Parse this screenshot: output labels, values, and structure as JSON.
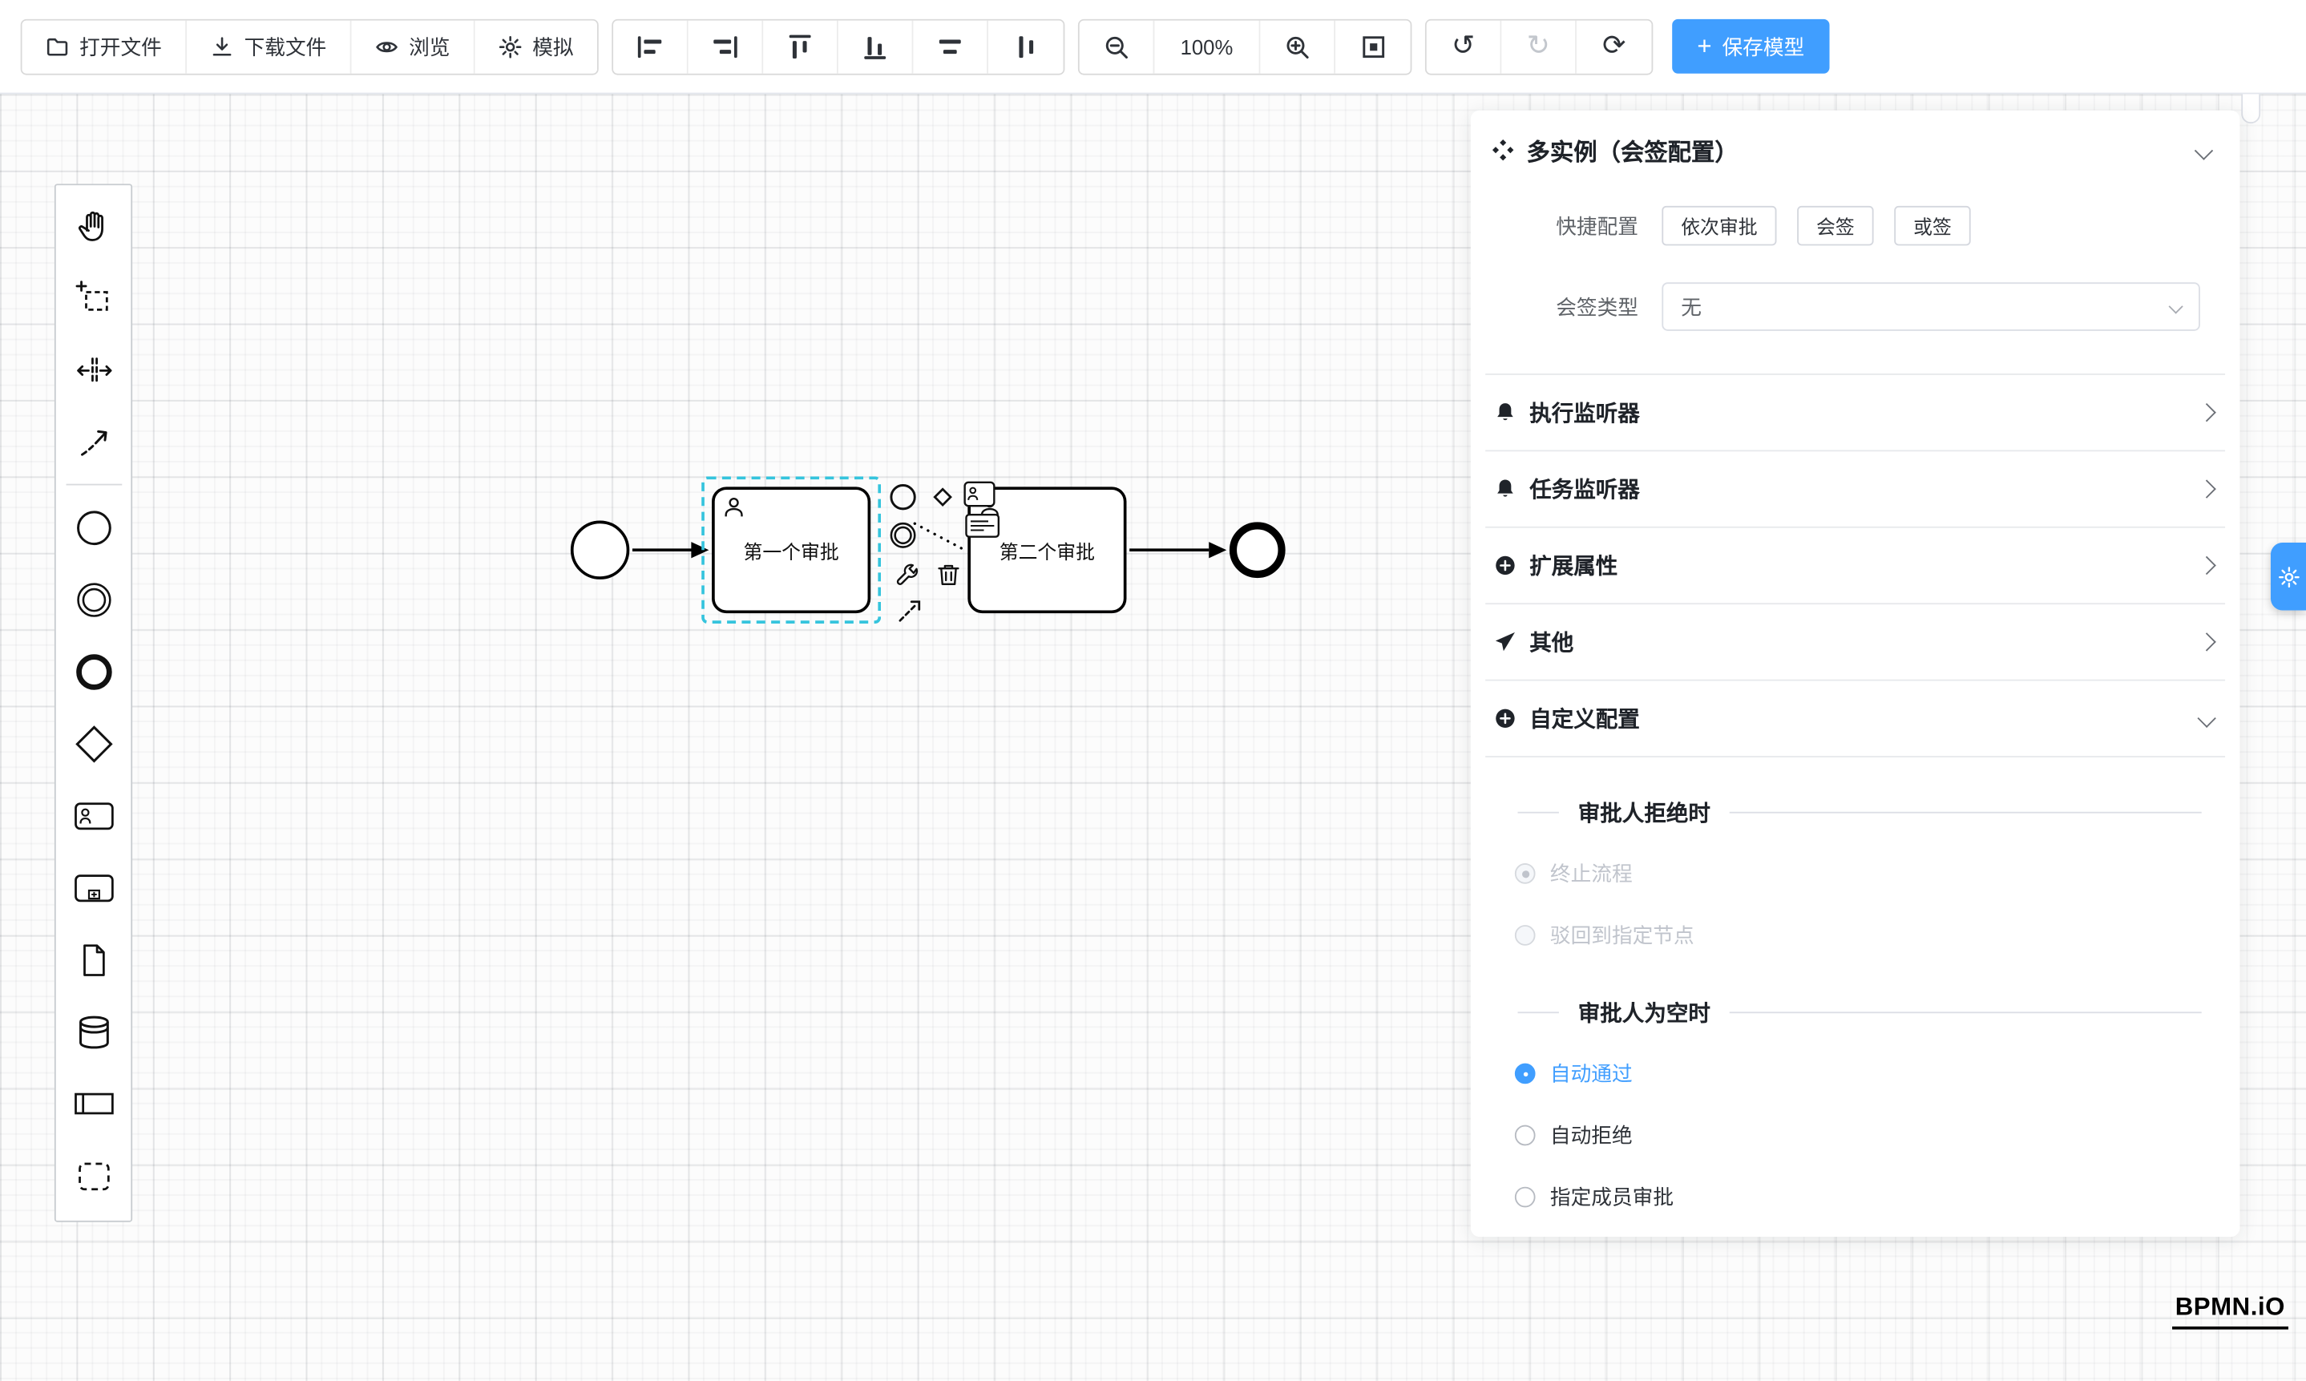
{
  "toolbar": {
    "file_group": [
      {
        "label": "打开文件",
        "icon": "folder-open-icon"
      },
      {
        "label": "下载文件",
        "icon": "download-icon"
      },
      {
        "label": "浏览",
        "icon": "eye-icon"
      },
      {
        "label": "模拟",
        "icon": "gear-icon"
      }
    ],
    "align_group": [
      "align-left-icon",
      "align-right-icon",
      "align-top-icon",
      "align-bottom-icon",
      "distribute-horizontal-icon",
      "distribute-vertical-icon"
    ],
    "zoom_level": "100%",
    "save_label": "保存模型"
  },
  "icons": {
    "undo": "↺",
    "redo": "↻",
    "refresh": "⟳",
    "plus": "+"
  },
  "palette": {
    "tools": [
      "hand-tool",
      "lasso-tool",
      "space-tool",
      "global-connect-tool"
    ],
    "elements": [
      "start-event",
      "intermediate-event",
      "end-event",
      "gateway",
      "user-task",
      "subprocess",
      "data-object",
      "data-store",
      "participant",
      "group"
    ]
  },
  "canvas": {
    "tasks": [
      {
        "label": "第一个审批",
        "type": "user-task",
        "selected": true
      },
      {
        "label": "第二个审批",
        "type": "user-task",
        "selected": false
      }
    ],
    "watermark": "BPMN.iO"
  },
  "panel": {
    "title": "多实例（会签配置）",
    "quick_config": {
      "label": "快捷配置",
      "buttons": [
        {
          "label": "依次审批"
        },
        {
          "label": "会签"
        },
        {
          "label": "或签"
        }
      ]
    },
    "countersign_type": {
      "label": "会签类型",
      "value": "无"
    },
    "collapse_items": [
      {
        "label": "执行监听器",
        "icon": "bell-icon",
        "state": "collapsed"
      },
      {
        "label": "任务监听器",
        "icon": "bell-icon",
        "state": "collapsed"
      },
      {
        "label": "扩展属性",
        "icon": "plus-circle-icon",
        "state": "collapsed"
      },
      {
        "label": "其他",
        "icon": "send-icon",
        "state": "collapsed"
      },
      {
        "label": "自定义配置",
        "icon": "plus-circle-icon",
        "state": "expanded"
      }
    ],
    "approver_reject": {
      "title": "审批人拒绝时",
      "options": [
        {
          "label": "终止流程",
          "selected": true,
          "disabled": true
        },
        {
          "label": "驳回到指定节点",
          "selected": false,
          "disabled": true
        }
      ]
    },
    "approver_empty": {
      "title": "审批人为空时",
      "options": [
        {
          "label": "自动通过",
          "selected": true,
          "disabled": false
        },
        {
          "label": "自动拒绝",
          "selected": false,
          "disabled": false
        },
        {
          "label": "指定成员审批",
          "selected": false,
          "disabled": false
        }
      ]
    }
  },
  "colors": {
    "primary": "#409eff",
    "selection_outline": "#35c4dd",
    "disabled_text": "#c0c4cc",
    "shape_stroke": "#000000"
  }
}
